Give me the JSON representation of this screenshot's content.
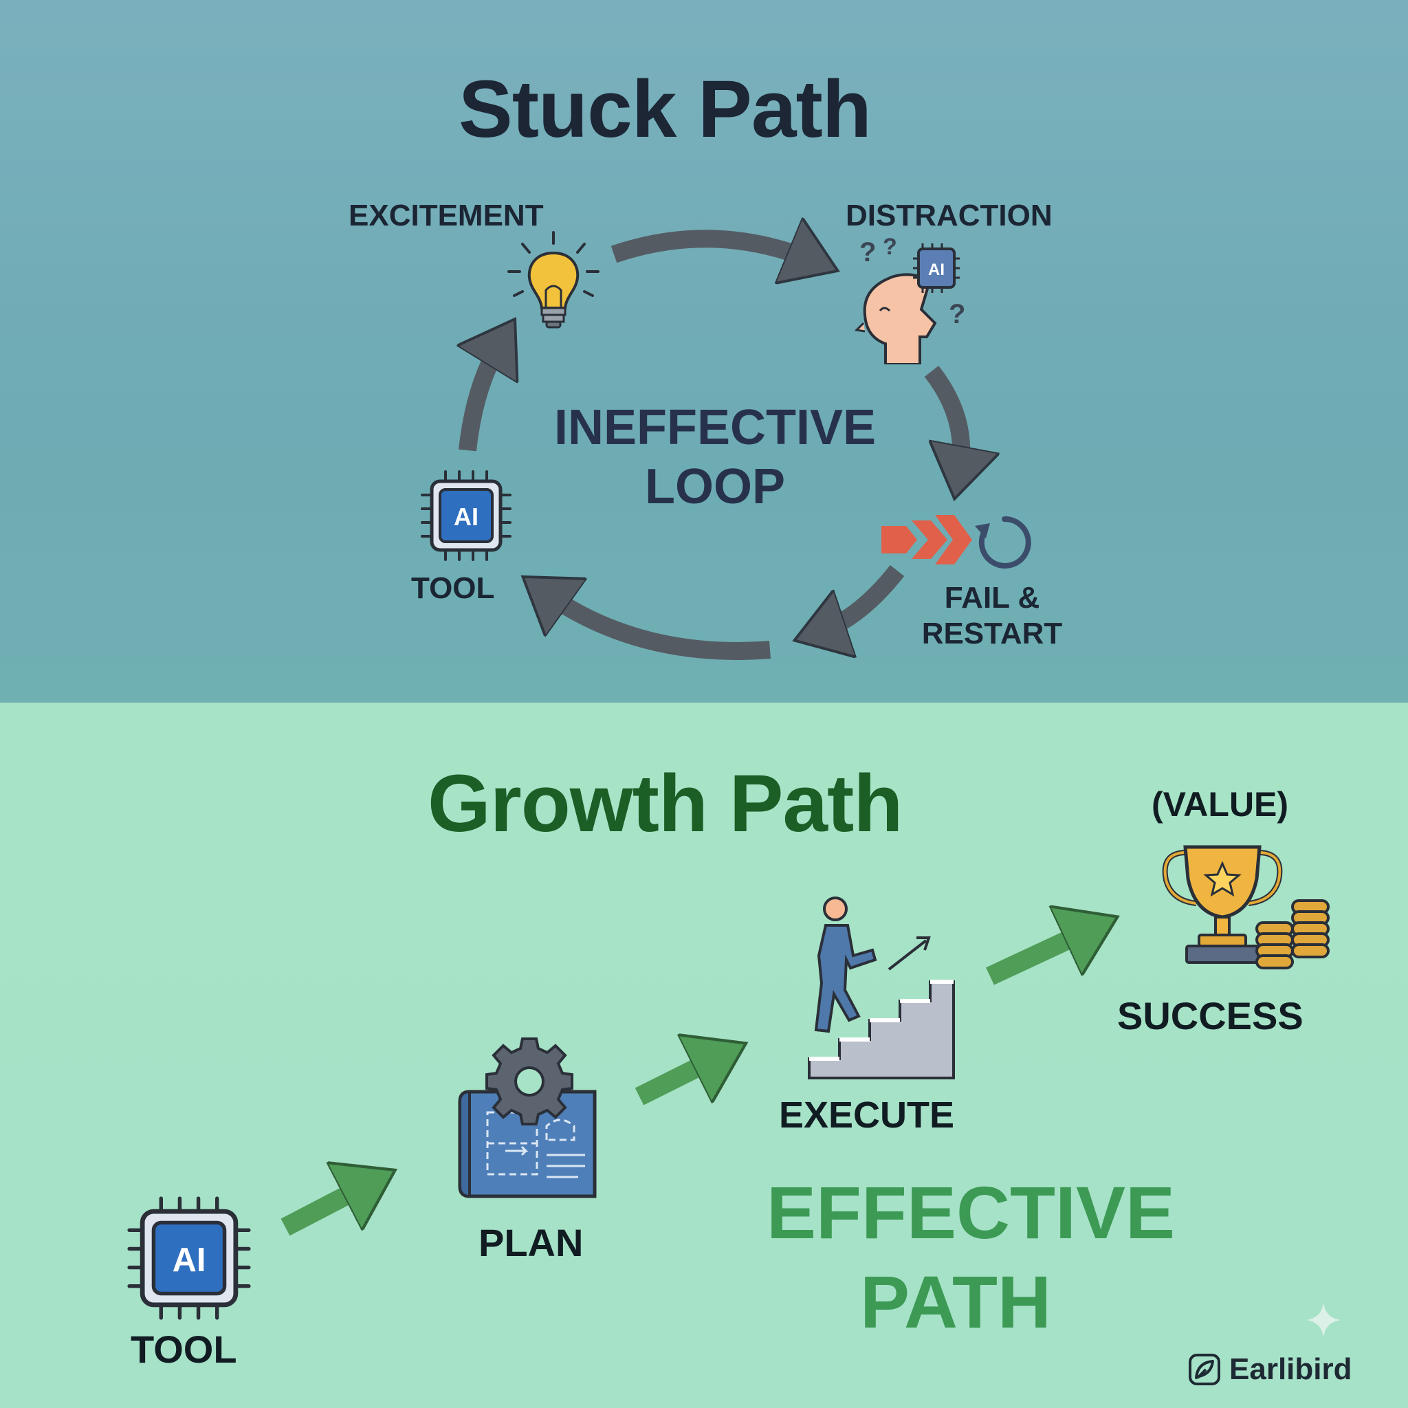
{
  "stuck": {
    "title": "Stuck Path",
    "center_line1": "INEFFECTIVE",
    "center_line2": "LOOP",
    "excitement": "EXCITEMENT",
    "distraction": "DISTRACTION",
    "fail_line1": "FAIL &",
    "fail_line2": "RESTART",
    "tool": "TOOL",
    "chip_text": "AI"
  },
  "growth": {
    "title": "Growth Path",
    "tool": "TOOL",
    "plan": "PLAN",
    "execute": "EXECUTE",
    "success": "SUCCESS",
    "value": "(VALUE)",
    "effective_line1": "EFFECTIVE",
    "effective_line2": "PATH",
    "chip_text": "AI"
  },
  "brand": {
    "name": "Earlibird"
  },
  "colors": {
    "stuck_bg": "#72adb8",
    "growth_bg": "#a7e3c6",
    "stuck_title": "#1c2635",
    "growth_title": "#1b5e26",
    "effective_text": "#3c9a55",
    "loop_arrow": "#555b63",
    "growth_arrow": "#4f9d57",
    "fail_arrow": "#e0604a"
  },
  "icons": [
    "lightbulb-icon",
    "confused-head-icon",
    "ai-chip-icon",
    "fail-restart-icon",
    "blueprint-gear-icon",
    "stairs-climber-icon",
    "trophy-coins-icon",
    "earlibird-logo-icon",
    "sparkle-icon"
  ]
}
